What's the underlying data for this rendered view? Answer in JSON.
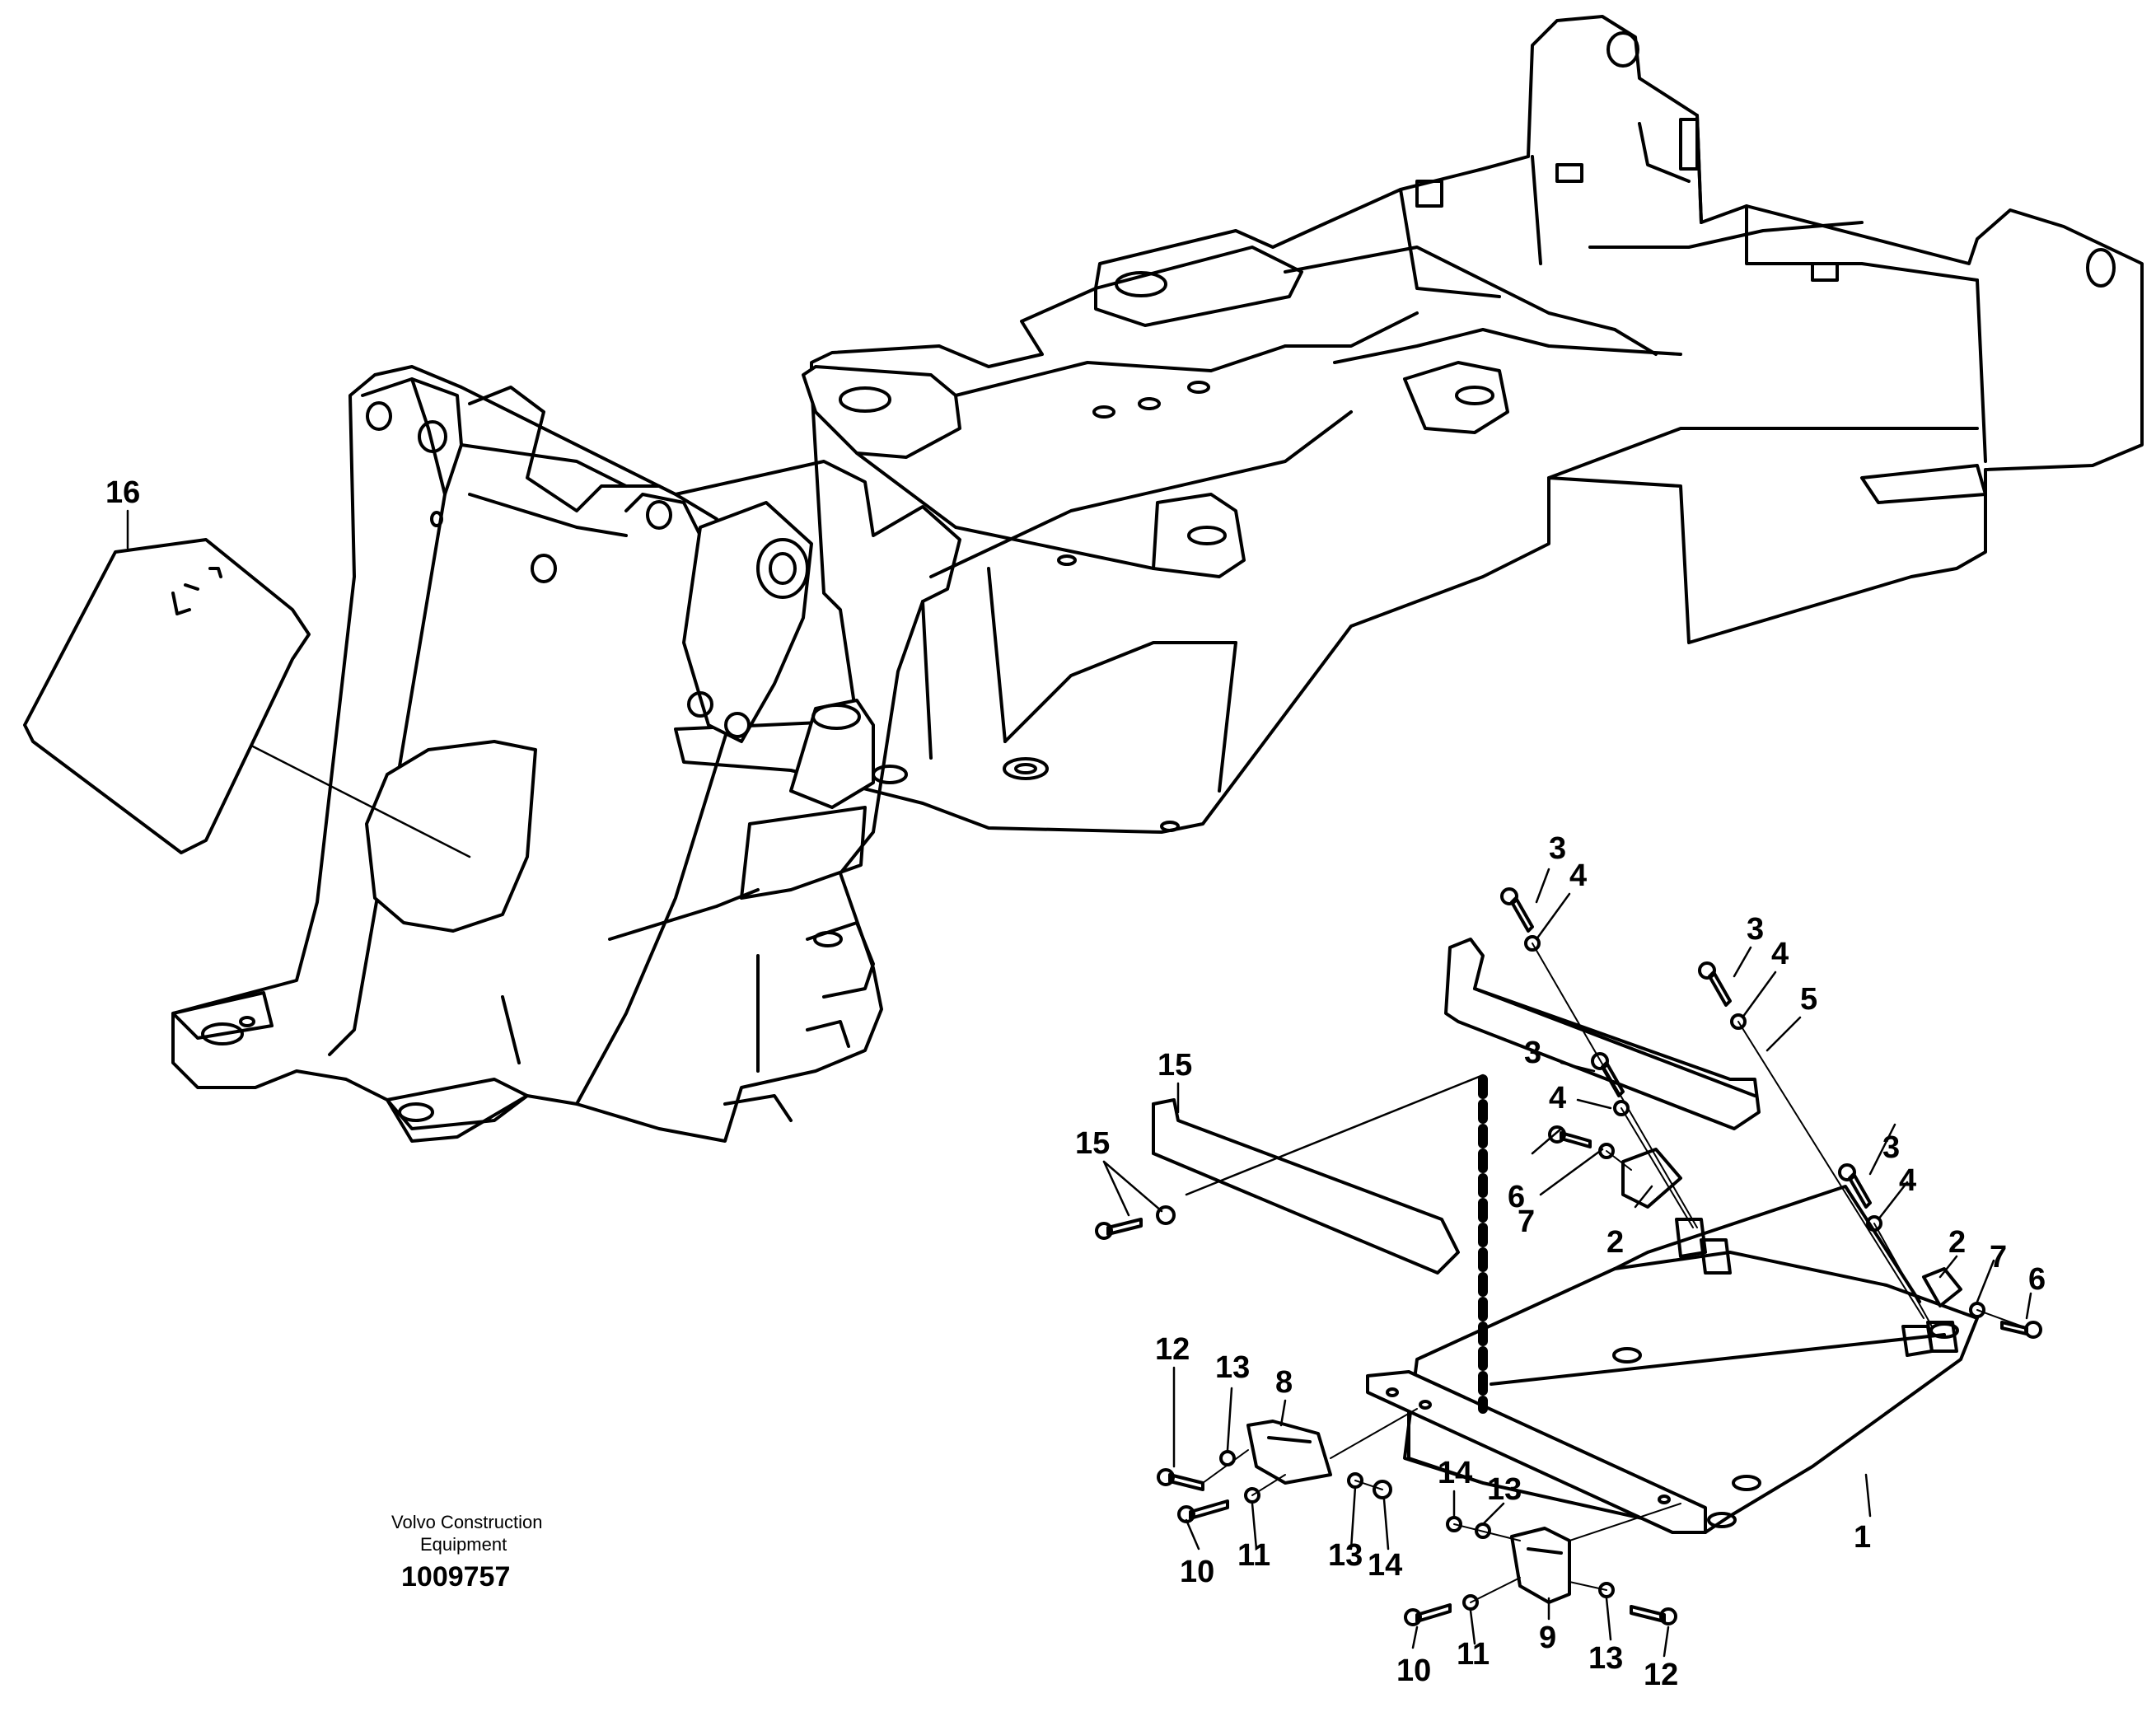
{
  "callouts": [
    {
      "text": "16"
    },
    {
      "text": "3"
    },
    {
      "text": "4"
    },
    {
      "text": "3"
    },
    {
      "text": "4"
    },
    {
      "text": "5"
    },
    {
      "text": "3"
    },
    {
      "text": "4"
    },
    {
      "text": "15"
    },
    {
      "text": "15"
    },
    {
      "text": "6"
    },
    {
      "text": "7"
    },
    {
      "text": "2"
    },
    {
      "text": "3"
    },
    {
      "text": "4"
    },
    {
      "text": "2"
    },
    {
      "text": "7"
    },
    {
      "text": "6"
    },
    {
      "text": "12"
    },
    {
      "text": "13"
    },
    {
      "text": "8"
    },
    {
      "text": "10"
    },
    {
      "text": "11"
    },
    {
      "text": "13"
    },
    {
      "text": "14"
    },
    {
      "text": "14"
    },
    {
      "text": "13"
    },
    {
      "text": "1"
    },
    {
      "text": "10"
    },
    {
      "text": "11"
    },
    {
      "text": "9"
    },
    {
      "text": "13"
    },
    {
      "text": "12"
    }
  ],
  "caption": {
    "line1": "Volvo Construction",
    "line2": "Equipment",
    "number": "1009757"
  }
}
